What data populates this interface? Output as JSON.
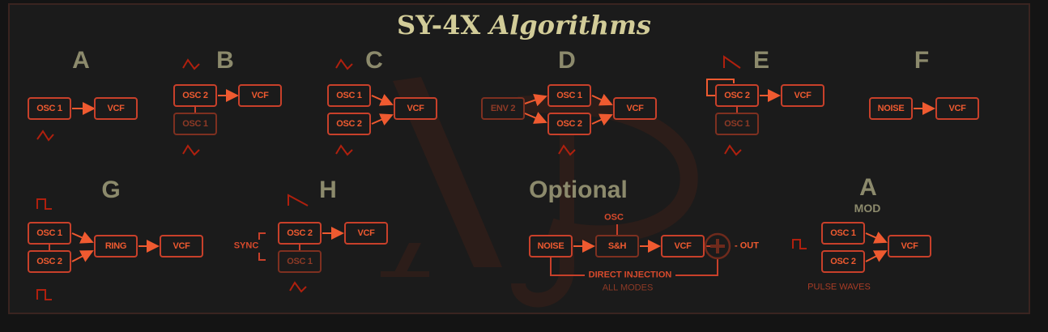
{
  "title": {
    "main": "SY-4X",
    "italic": "Algorithms"
  },
  "colors": {
    "accent": "#c8402a",
    "text": "#ef5a30",
    "dim": "#7e3020",
    "heading": "#8c8a6c",
    "title": "#d2cc98"
  },
  "algorithms": {
    "A": {
      "heading": "A",
      "osc1": "OSC 1",
      "vcf": "VCF"
    },
    "B": {
      "heading": "B",
      "osc2": "OSC 2",
      "vcf": "VCF",
      "osc1": "OSC 1"
    },
    "C": {
      "heading": "C",
      "osc1": "OSC 1",
      "osc2": "OSC 2",
      "vcf": "VCF"
    },
    "D": {
      "heading": "D",
      "env2": "ENV 2",
      "osc1": "OSC 1",
      "osc2": "OSC 2",
      "vcf": "VCF"
    },
    "E": {
      "heading": "E",
      "osc2": "OSC 2",
      "vcf": "VCF",
      "osc1": "OSC 1"
    },
    "F": {
      "heading": "F",
      "noise": "NOISE",
      "vcf": "VCF"
    },
    "G": {
      "heading": "G",
      "osc1": "OSC 1",
      "osc2": "OSC 2",
      "ring": "RING",
      "vcf": "VCF"
    },
    "H": {
      "heading": "H",
      "sync": "SYNC",
      "osc2": "OSC 2",
      "vcf": "VCF",
      "osc1": "OSC 1"
    },
    "optional": {
      "heading": "Optional",
      "osc": "OSC",
      "noise": "NOISE",
      "sh": "S&H",
      "vcf": "VCF",
      "out": "- OUT",
      "direct": "DIRECT INJECTION",
      "all_modes": "ALL MODES"
    },
    "amod": {
      "heading": "A",
      "sub": "MOD",
      "osc1": "OSC 1",
      "osc2": "OSC 2",
      "vcf": "VCF",
      "pulse": "PULSE WAVES"
    }
  },
  "watermark": {
    "a": "A",
    "p": "P"
  }
}
